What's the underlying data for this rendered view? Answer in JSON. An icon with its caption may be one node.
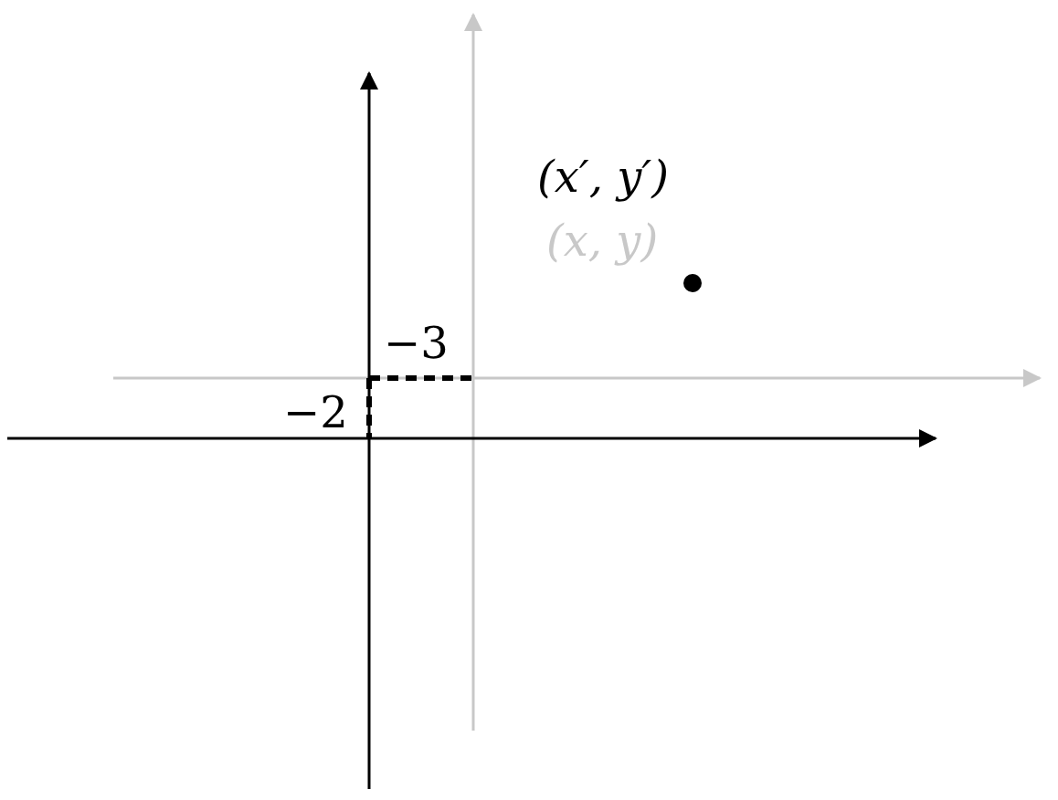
{
  "diagram": {
    "nodes": [
      {
        "text": [],
        "shape": "circle",
        "beside": [
          "(x′, y′)",
          "(x, y)"
        ]
      }
    ],
    "edges": [],
    "labels": [
      "−3",
      "−2"
    ]
  }
}
